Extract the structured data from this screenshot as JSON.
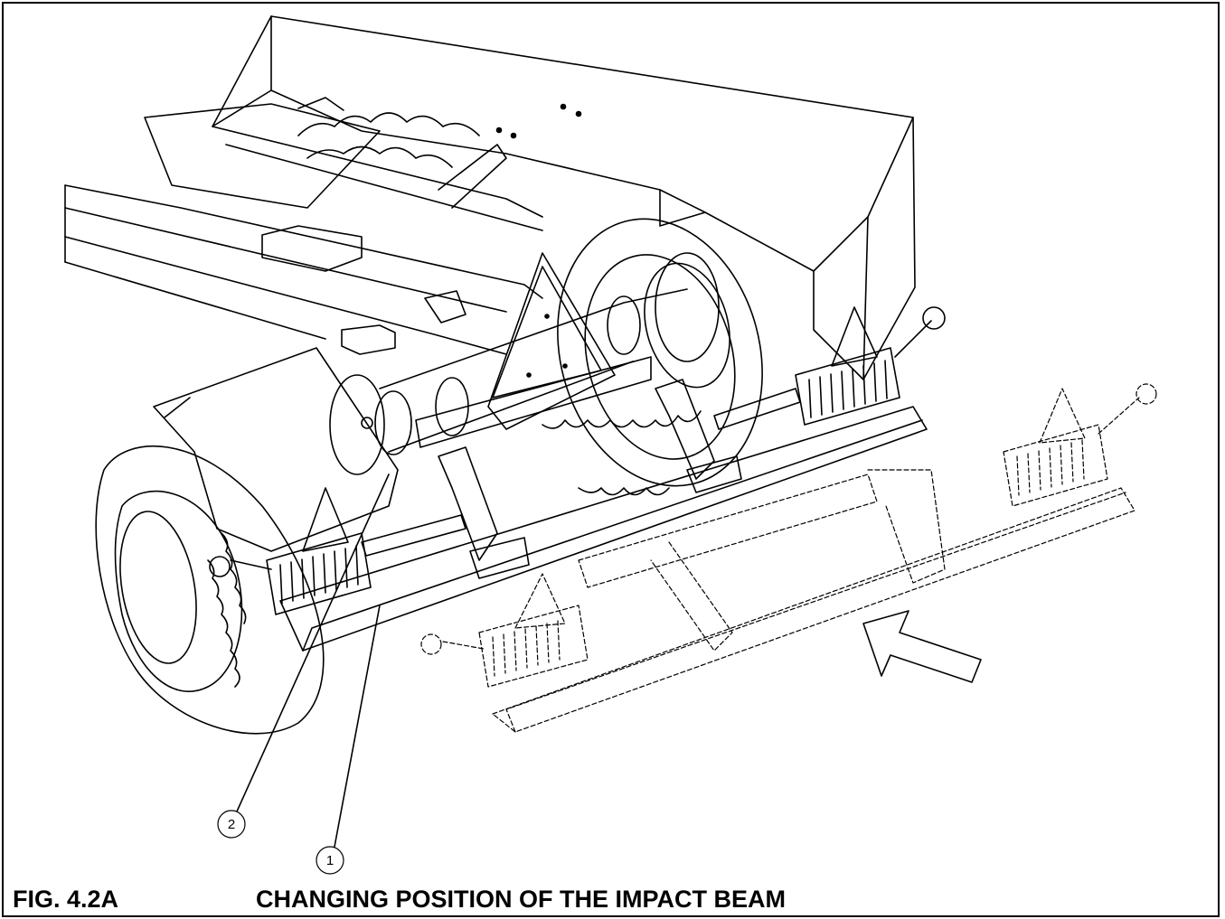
{
  "figure": {
    "number": "FIG. 4.2A",
    "title": "CHANGING POSITION OF THE IMPACT BEAM"
  },
  "callouts": [
    {
      "id": "1",
      "label": "1"
    },
    {
      "id": "2",
      "label": "2"
    }
  ],
  "colors": {
    "line": "#000000",
    "background": "#ffffff"
  }
}
